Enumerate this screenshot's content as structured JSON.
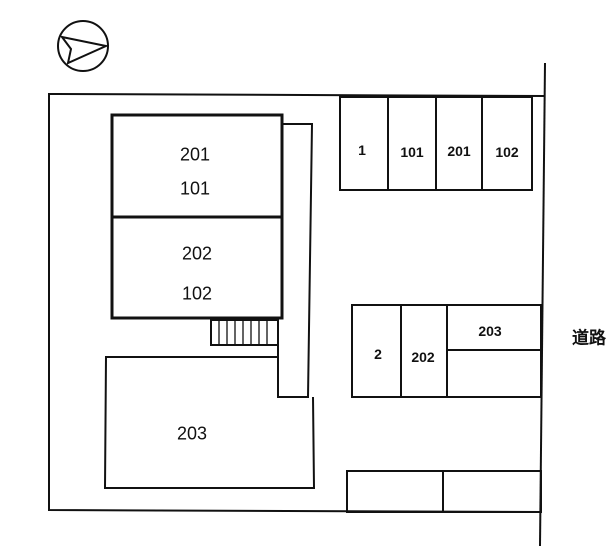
{
  "building": {
    "upper_labels": [
      "201",
      "101"
    ],
    "lower_labels": [
      "202",
      "102"
    ]
  },
  "unit_203_label": "203",
  "parking_top": [
    "1",
    "101",
    "201",
    "102"
  ],
  "parking_mid": [
    "2",
    "202",
    "203"
  ],
  "road_label": "道路",
  "compass": {
    "icon": "north-arrow-icon",
    "direction": "right"
  }
}
